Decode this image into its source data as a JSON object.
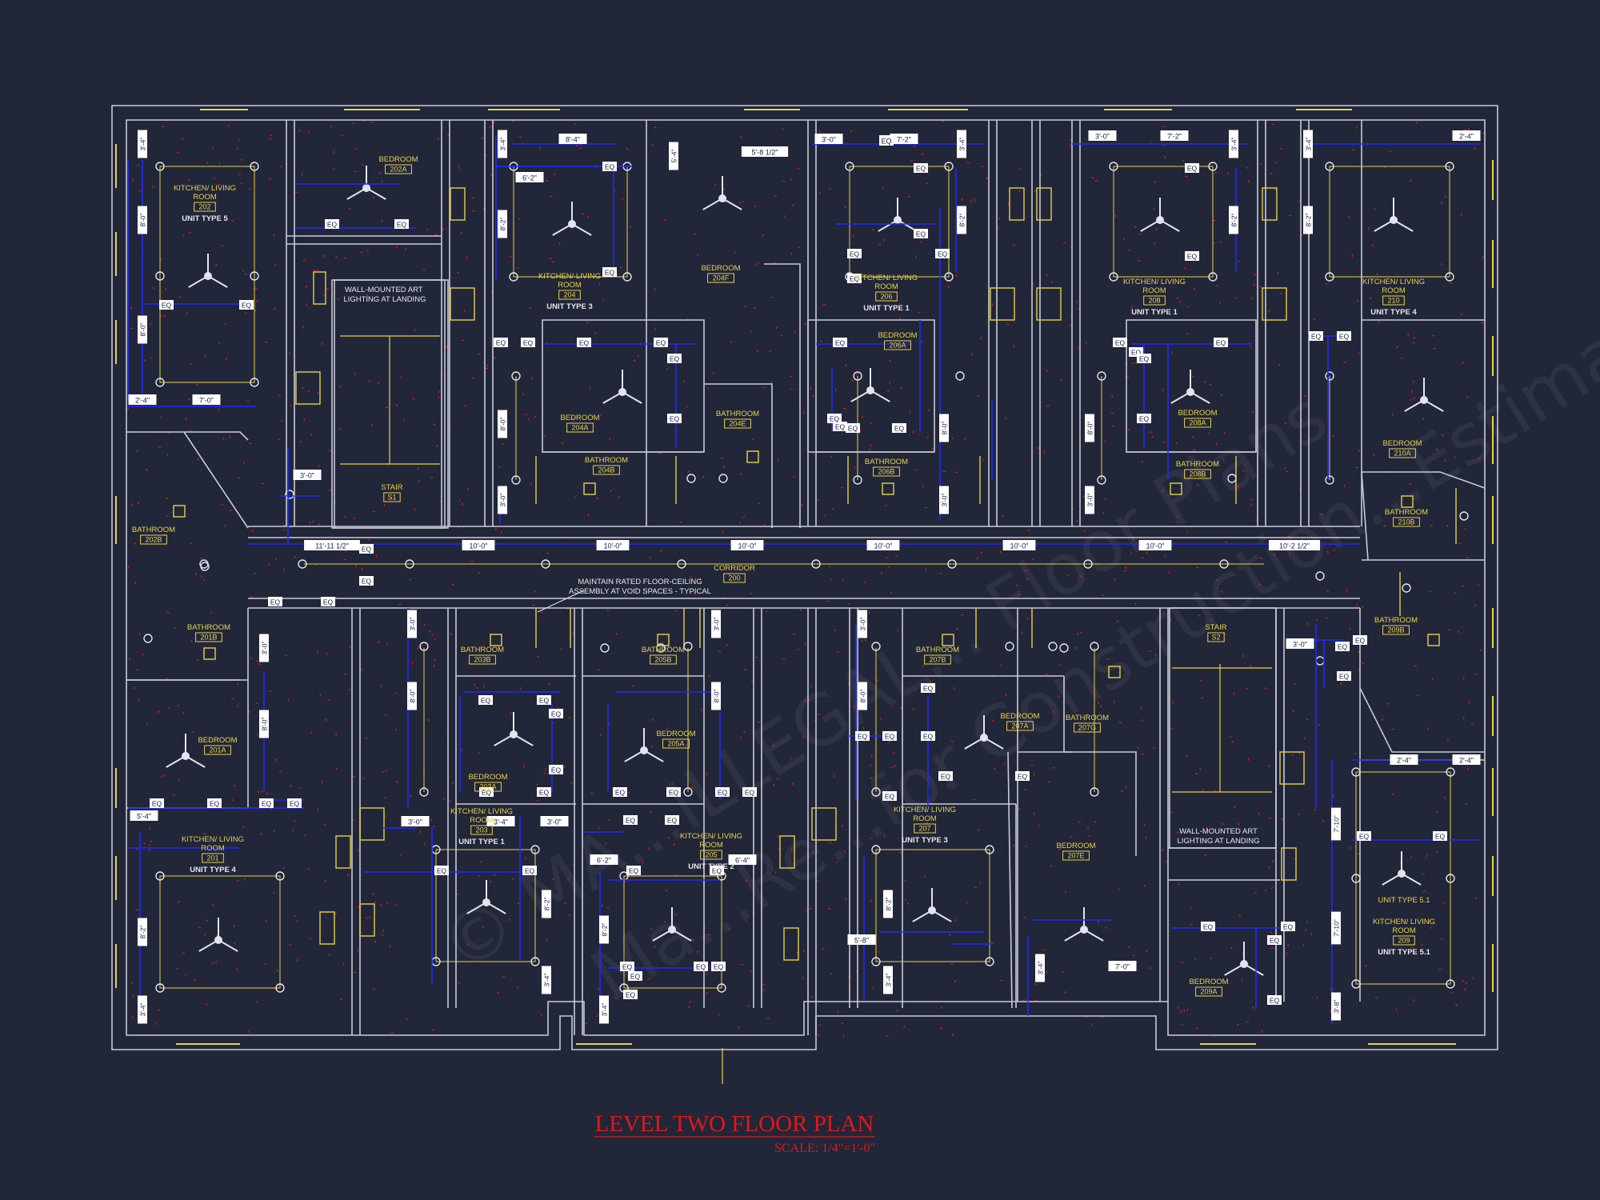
{
  "title": "LEVEL TWO FLOOR PLAN",
  "scale": "SCALE: 1/4\"=1'-0\"",
  "watermark": [
    "© MA...ILLEGAL... Floor Plans",
    "Ma...Re...for Construction...Estimations"
  ],
  "colors": {
    "background": "#222639",
    "walls": "#c9cbd6",
    "dimensions": "#1d2bff",
    "labels": "#e7d24a",
    "title": "#e01818",
    "fixtures": "#e7d24a",
    "dots": "#e21d1d"
  },
  "rooms": [
    {
      "name": "KITCHEN/ LIVING ROOM",
      "tag": "202",
      "unit": "UNIT TYPE 5"
    },
    {
      "name": "BEDROOM",
      "tag": "202A"
    },
    {
      "name": "KITCHEN/ LIVING ROOM",
      "tag": "204",
      "unit": "UNIT TYPE 3"
    },
    {
      "name": "BEDROOM",
      "tag": "204F"
    },
    {
      "name": "BEDROOM",
      "tag": "204A"
    },
    {
      "name": "BATHROOM",
      "tag": "204B"
    },
    {
      "name": "BATHROOM",
      "tag": "204E"
    },
    {
      "name": "KITCHEN/ LIVING ROOM",
      "tag": "206",
      "unit": "UNIT TYPE 1"
    },
    {
      "name": "BEDROOM",
      "tag": "206A"
    },
    {
      "name": "BATHROOM",
      "tag": "206B"
    },
    {
      "name": "KITCHEN/ LIVING ROOM",
      "tag": "208",
      "unit": "UNIT TYPE 1"
    },
    {
      "name": "BEDROOM",
      "tag": "208A"
    },
    {
      "name": "BATHROOM",
      "tag": "208B"
    },
    {
      "name": "KITCHEN/ LIVING ROOM",
      "tag": "210",
      "unit": "UNIT TYPE 4"
    },
    {
      "name": "BEDROOM",
      "tag": "210A"
    },
    {
      "name": "BATHROOM",
      "tag": "210B"
    },
    {
      "name": "BATHROOM",
      "tag": "202B"
    },
    {
      "name": "STAIR",
      "tag": "S1"
    },
    {
      "name": "CORRIDOR",
      "tag": "200"
    },
    {
      "name": "BATHROOM",
      "tag": "201B"
    },
    {
      "name": "BEDROOM",
      "tag": "201A"
    },
    {
      "name": "KITCHEN/ LIVING ROOM",
      "tag": "201",
      "unit": "UNIT TYPE 4"
    },
    {
      "name": "BATHROOM",
      "tag": "203B"
    },
    {
      "name": "BEDROOM",
      "tag": "203A"
    },
    {
      "name": "KITCHEN/ LIVING ROOM",
      "tag": "203",
      "unit": "UNIT TYPE 1"
    },
    {
      "name": "BATHROOM",
      "tag": "205B"
    },
    {
      "name": "BEDROOM",
      "tag": "205A"
    },
    {
      "name": "KITCHEN/ LIVING ROOM",
      "tag": "205",
      "unit": "UNIT TYPE 2"
    },
    {
      "name": "BATHROOM",
      "tag": "207B"
    },
    {
      "name": "BEDROOM",
      "tag": "207A"
    },
    {
      "name": "BATHROOM",
      "tag": "207G"
    },
    {
      "name": "KITCHEN/ LIVING ROOM",
      "tag": "207",
      "unit": "UNIT TYPE 3"
    },
    {
      "name": "BEDROOM",
      "tag": "207E"
    },
    {
      "name": "STAIR",
      "tag": "S2"
    },
    {
      "name": "BATHROOM",
      "tag": "209B"
    },
    {
      "name": "KITCHEN/ LIVING ROOM",
      "tag": "209",
      "unit": "UNIT TYPE 5.1"
    },
    {
      "name": "BEDROOM",
      "tag": "209A"
    }
  ],
  "notes": {
    "art_lighting_1": "WALL-MOUNTED ART LIGHTING AT LANDING",
    "art_lighting_2": "WALL-MOUNTED ART LIGHTING AT LANDING",
    "void_spaces": "MAINTAIN RATED FLOOR-CEILING ASSEMBLY AT VOID SPACES - TYPICAL",
    "unit_type_51_extra": "UNIT TYPE 5.1"
  },
  "dimensions": [
    "11'-11 1/2\"",
    "10'-0\"",
    "10'-0\"",
    "10'-0\"",
    "10'-0\"",
    "10'-0\"",
    "10'-0\"",
    "10'-2 1/2\"",
    "8'-4\"",
    "5'-8 1/2\"",
    "6'-2\"",
    "3'-0\"",
    "7'-2\"",
    "3'-0\"",
    "7'-2\"",
    "2'-4\"",
    "7'-0\"",
    "2'-4\"",
    "3'-0\"",
    "3'-0\"",
    "3'-0\"",
    "3'-0\"",
    "6'-2\"",
    "6'-4\"",
    "5'-8\"",
    "7'-0\"",
    "2'-4\"",
    "2'-4\"",
    "EQ",
    "5'-4\"",
    "3'-4\"",
    "8'-0\"",
    "8'-2\"",
    "3'-0\"",
    "3'-4\"",
    "3'-8\""
  ]
}
